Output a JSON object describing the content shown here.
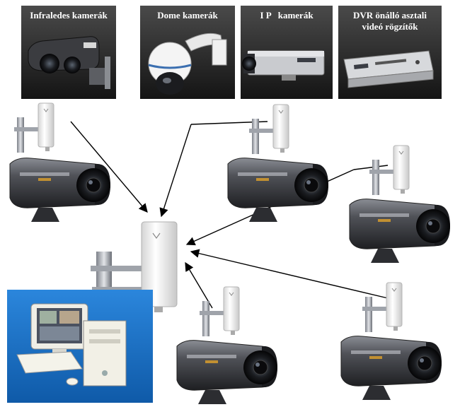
{
  "tiles": [
    {
      "label": "Infraledes kamerák",
      "icon": "ir-camera-icon"
    },
    {
      "label": "Dome kamerák",
      "icon": "dome-camera-icon"
    },
    {
      "label": "I P   kamerák",
      "icon": "ip-camera-icon"
    },
    {
      "label_line1": "DVR önálló asztali",
      "label_line2": "videó rögzítők",
      "icon": "dvr-recorder-icon"
    }
  ],
  "colors": {
    "tile_bg_top": "#4a4a4a",
    "tile_bg_bottom": "#141414",
    "pc_panel": "#1a6fc4",
    "camera_body": "#3f4147",
    "antenna": "#eeeeee",
    "arrow": "#000000"
  },
  "network": {
    "hub": "wireless-access-point",
    "nodes": [
      "camera-station-1",
      "camera-station-2",
      "camera-station-3",
      "camera-station-4",
      "camera-station-5"
    ],
    "link_type": "wireless"
  }
}
